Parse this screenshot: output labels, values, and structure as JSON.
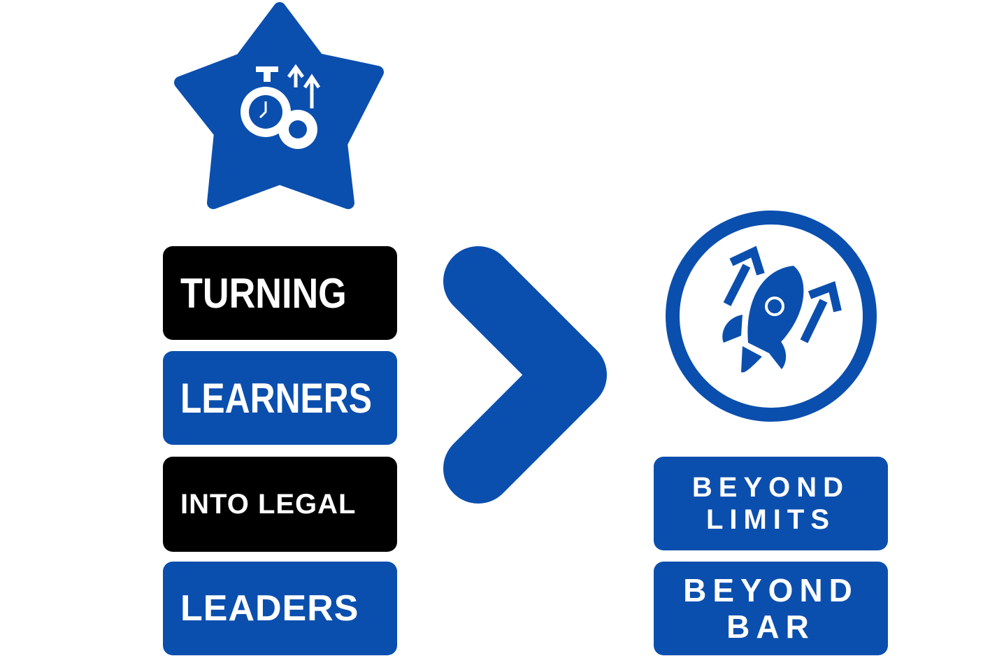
{
  "colors": {
    "brand_blue": "#0b4fae",
    "dark": "#000000",
    "text": "#ffffff"
  },
  "icons": [
    "star-productivity-icon",
    "chevron-right-icon",
    "rocket-growth-icon"
  ],
  "left_stack": [
    "TURNING",
    "LEARNERS",
    "INTO LEGAL",
    "LEADERS"
  ],
  "right_stack": [
    {
      "line1": "BEYOND",
      "line2": "LIMITS"
    },
    {
      "line1": "BEYOND",
      "line2": "BAR"
    }
  ]
}
